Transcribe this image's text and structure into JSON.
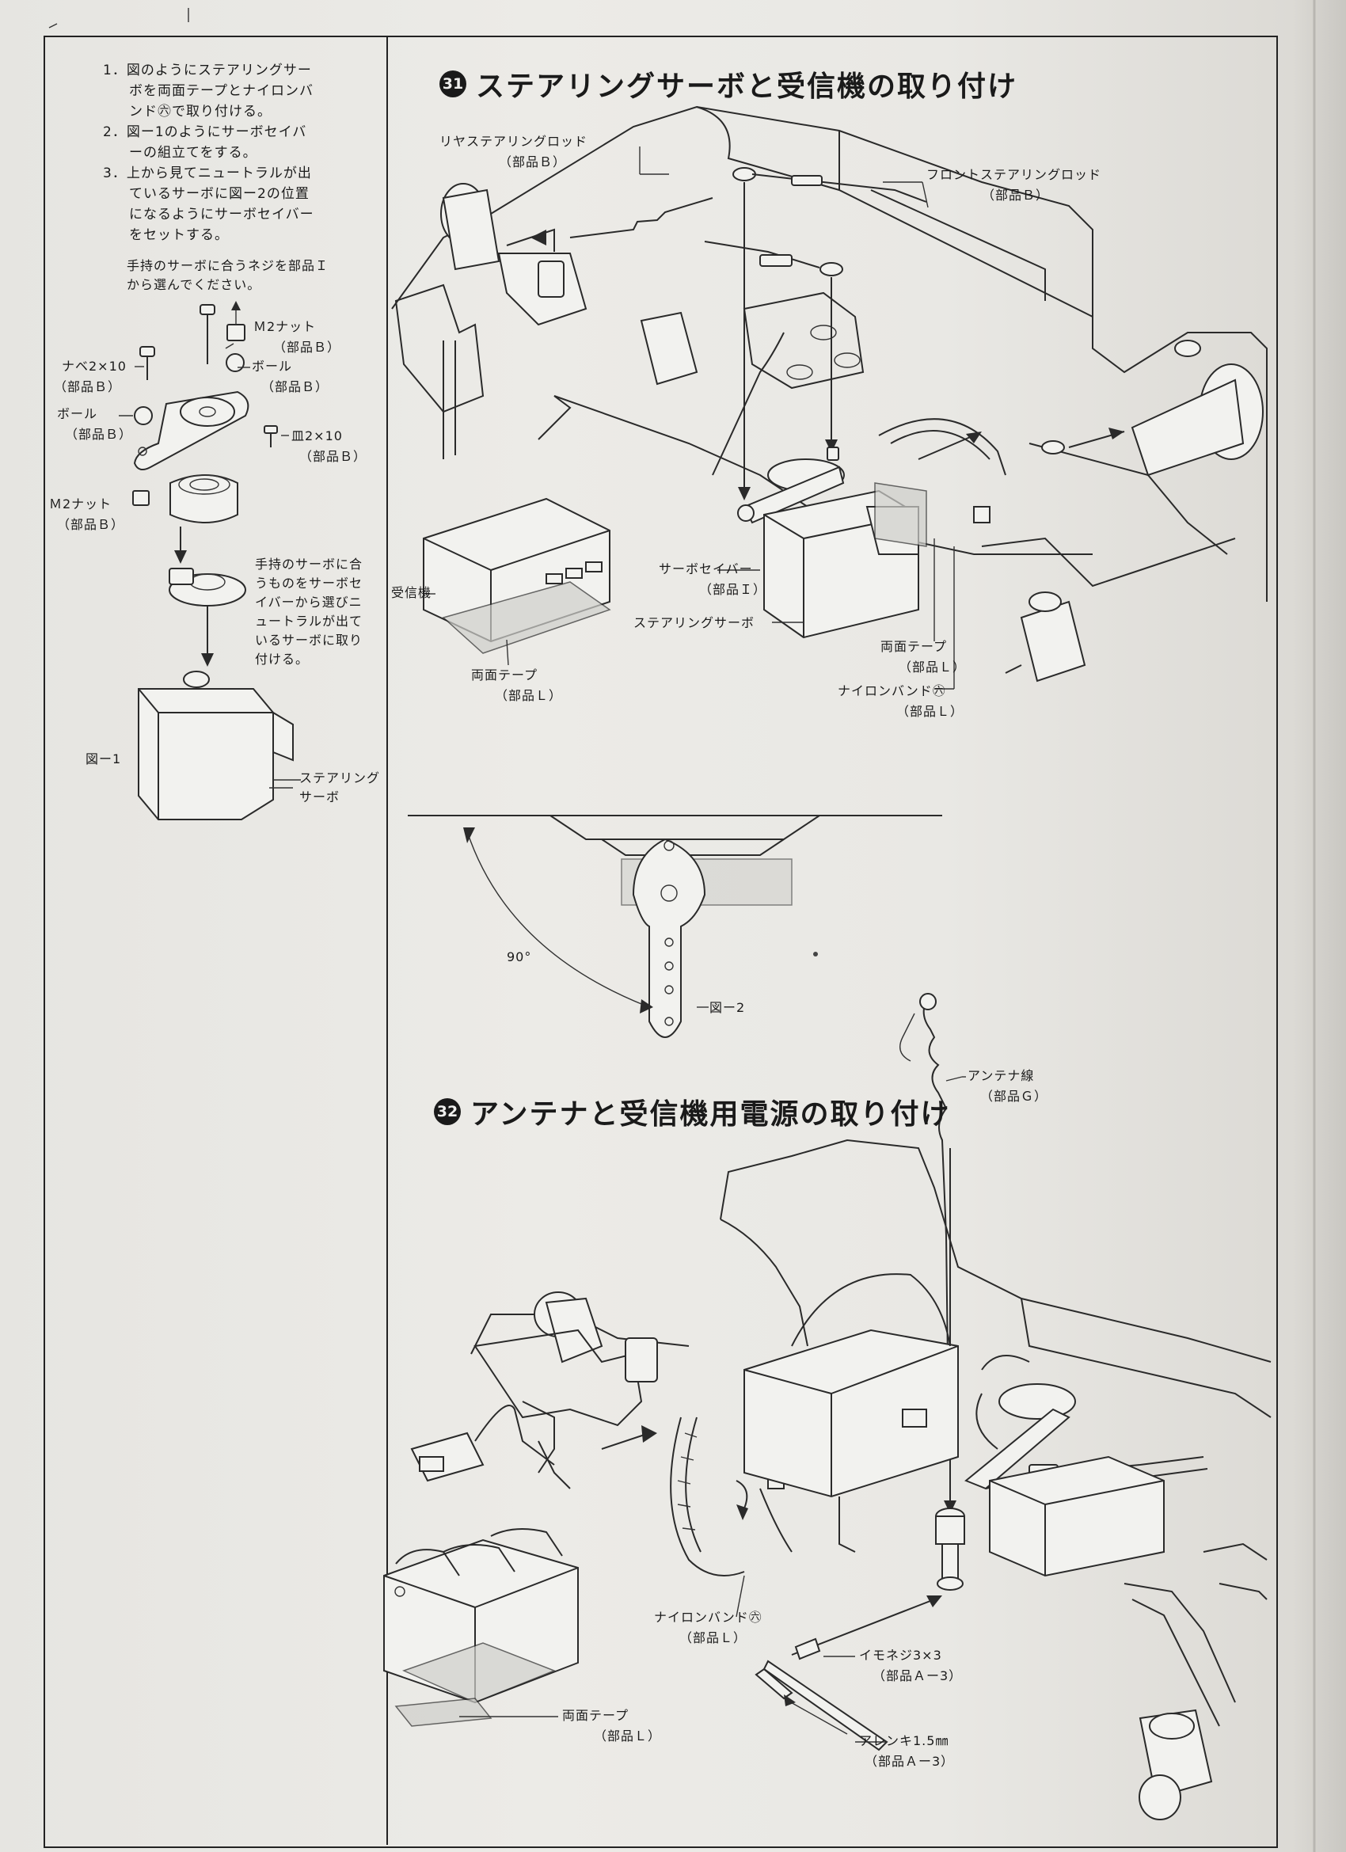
{
  "left_column": {
    "steps": [
      {
        "line1": "1．図のようにステアリングサー",
        "line2": "ボを両面テープとナイロンバ",
        "line3": "ンド㊅で取り付ける。"
      },
      {
        "line1": "2．図ー1のようにサーボセイバ",
        "line2": "ーの組立てをする。"
      },
      {
        "line1": "3．上から見てニュートラルが出",
        "line2": "ているサーボに図ー2の位置",
        "line3": "になるようにサーボセイバー",
        "line4": "をセットする。"
      }
    ],
    "screw_note": {
      "line1": "手持のサーボに合うネジを部品Ｉ",
      "line2": "から選んでください。"
    },
    "labels": {
      "m2_nut_top": "Ｍ2ナット",
      "m2_nut_top_part": "（部品Ｂ）",
      "nabe": "ナベ2×10",
      "nabe_part": "（部品Ｂ）",
      "ball_right": "ボール",
      "ball_right_part": "（部品Ｂ）",
      "ball_left": "ボール",
      "ball_left_part": "（部品Ｂ）",
      "sara": "皿2×10",
      "sara_part": "（部品Ｂ）",
      "m2_nut_bottom": "Ｍ2ナット",
      "m2_nut_bottom_part": "（部品Ｂ）",
      "fig1": "図ー1",
      "servo": "ステアリング",
      "servo2": "サーボ"
    },
    "saver_note": {
      "line1": "手持のサーボに合",
      "line2": "うものをサーボセ",
      "line3": "イバーから選びニ",
      "line4": "ュートラルが出て",
      "line5": "いるサーボに取り",
      "line6": "付ける。"
    }
  },
  "section31": {
    "number": "31",
    "title": "ステアリングサーボと受信機の取り付け",
    "labels": {
      "rear_rod": "リヤステアリングロッド",
      "rear_rod_part": "（部品Ｂ）",
      "front_rod": "フロントステアリングロッド",
      "front_rod_part": "（部品Ｂ）",
      "receiver": "受信機",
      "tape_left": "両面テープ",
      "tape_left_part": "（部品Ｌ）",
      "saver": "サーボセイバー",
      "saver_part": "（部品Ｉ）",
      "steering_servo": "ステアリングサーボ",
      "tape_right": "両面テープ",
      "tape_right_part": "（部品Ｌ）",
      "band": "ナイロンバンド㊅",
      "band_part": "（部品Ｌ）"
    }
  },
  "fig2": {
    "angle": "90°",
    "label": "図ー2"
  },
  "section32": {
    "number": "32",
    "title": "アンテナと受信機用電源の取り付け",
    "labels": {
      "antenna": "アンテナ線",
      "antenna_part": "（部品Ｇ）",
      "band": "ナイロンバンド㊅",
      "band_part": "（部品Ｌ）",
      "tape": "両面テープ",
      "tape_part": "（部品Ｌ）",
      "imoneji": "イモネジ3×3",
      "imoneji_part": "（部品Ａー3）",
      "allen": "アレンキ1.5㎜",
      "allen_part": "（部品Ａー3）"
    }
  }
}
